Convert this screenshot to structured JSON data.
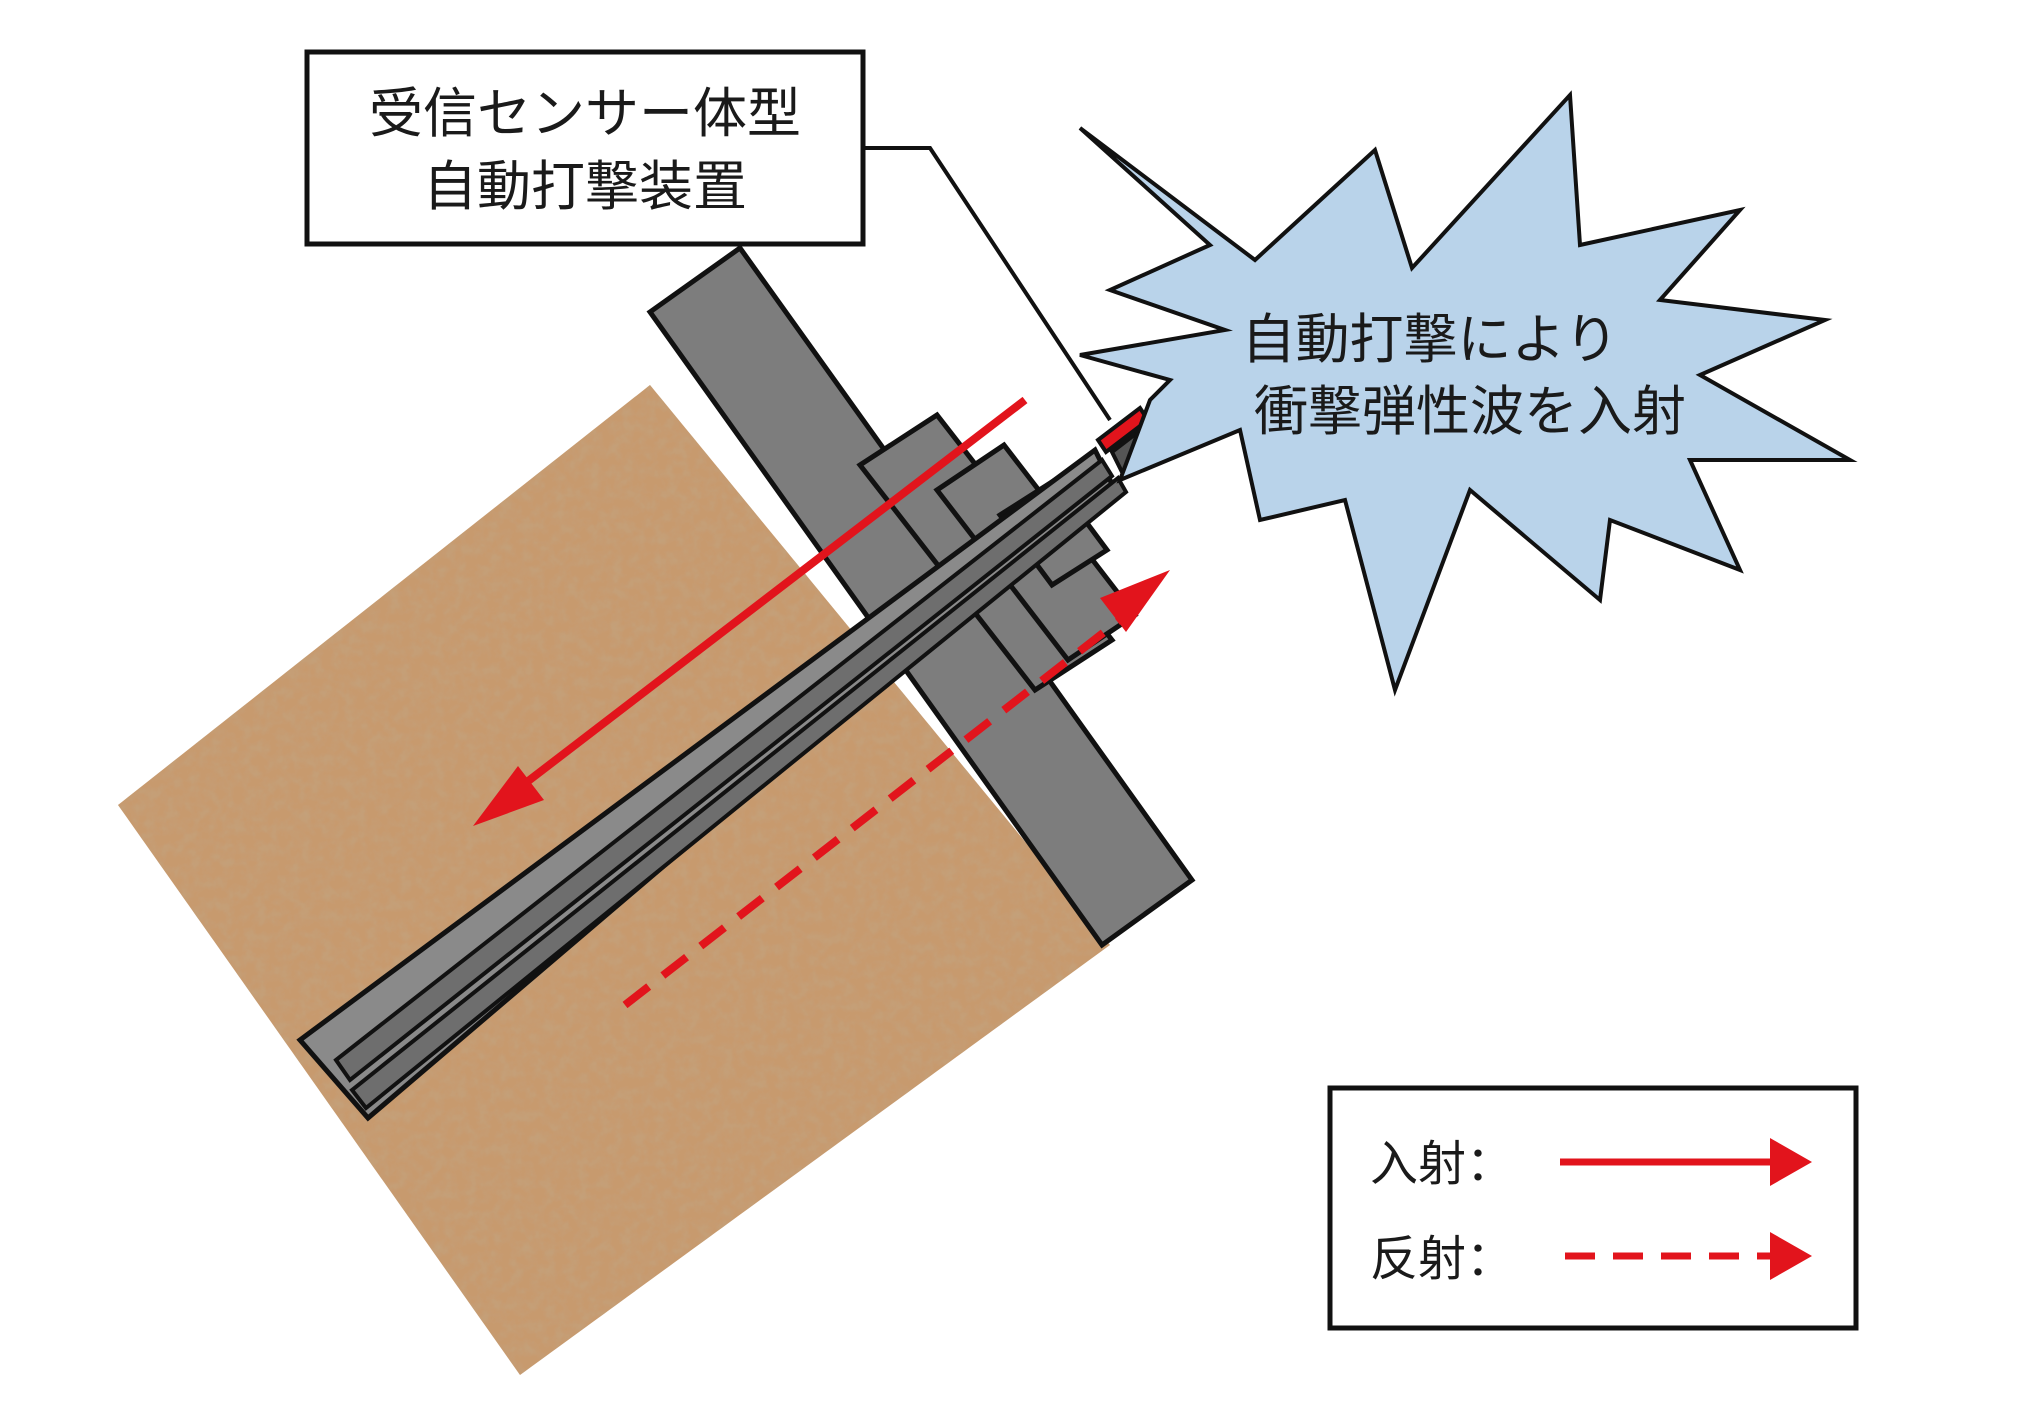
{
  "device_label": {
    "line1": "受信センサー体型",
    "line2": "自動打撃装置"
  },
  "burst_label": {
    "line1": "自動打撃により",
    "line2": "衝撃弾性波を入射"
  },
  "legend": {
    "incident_label": "入射：",
    "reflected_label": "反射："
  },
  "colors": {
    "arrow_red": "#e2141c",
    "soil": "#c79a6e",
    "steel": "#7b7b7b",
    "burst_fill": "#b9d3ea",
    "outline": "#111111"
  }
}
